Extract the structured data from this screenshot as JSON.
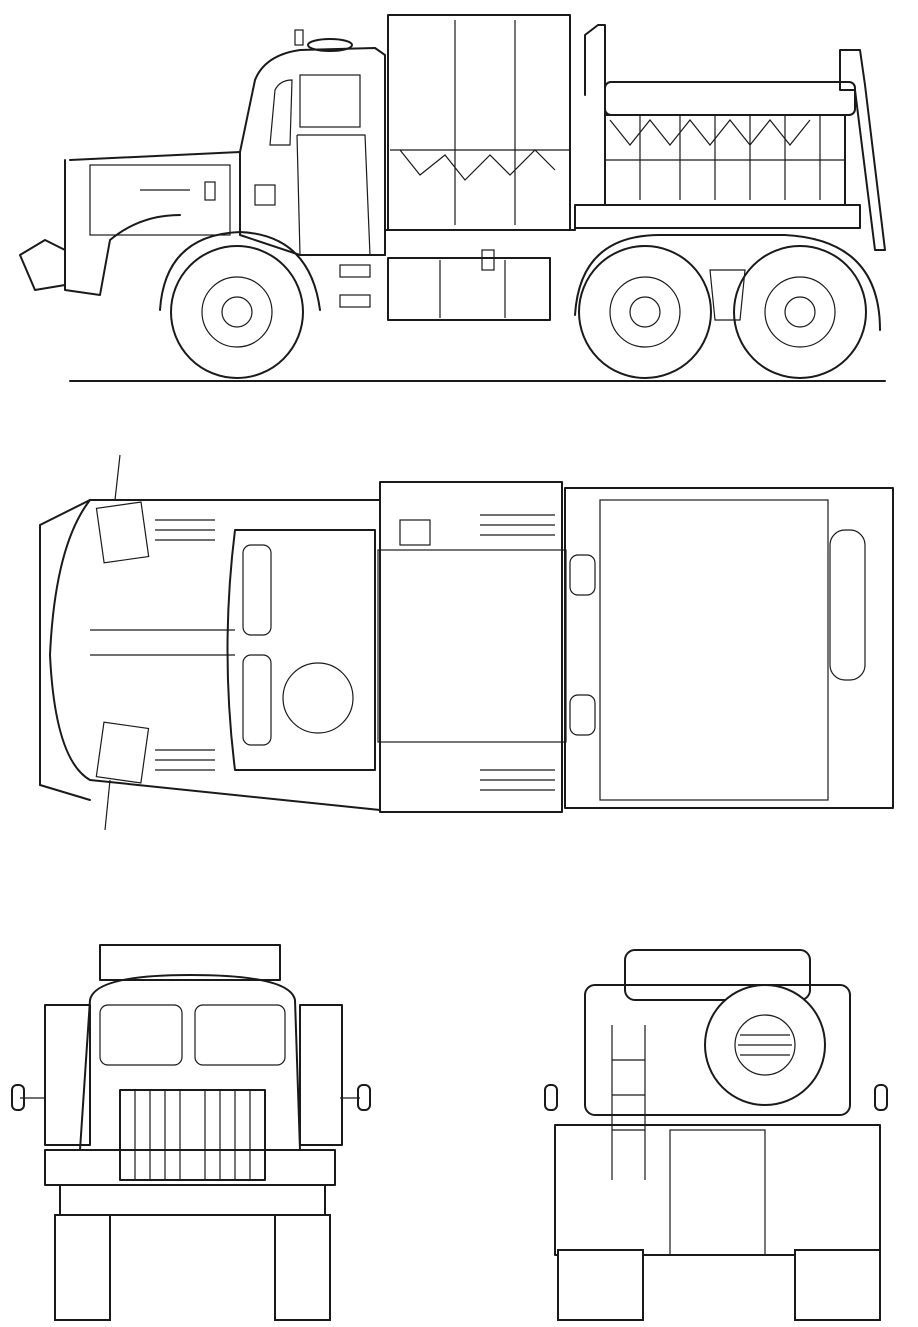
{
  "drawing": {
    "views": [
      "side",
      "top",
      "front",
      "rear"
    ],
    "colors": {
      "line": "#1a1a1a",
      "background": "#ffffff"
    }
  }
}
